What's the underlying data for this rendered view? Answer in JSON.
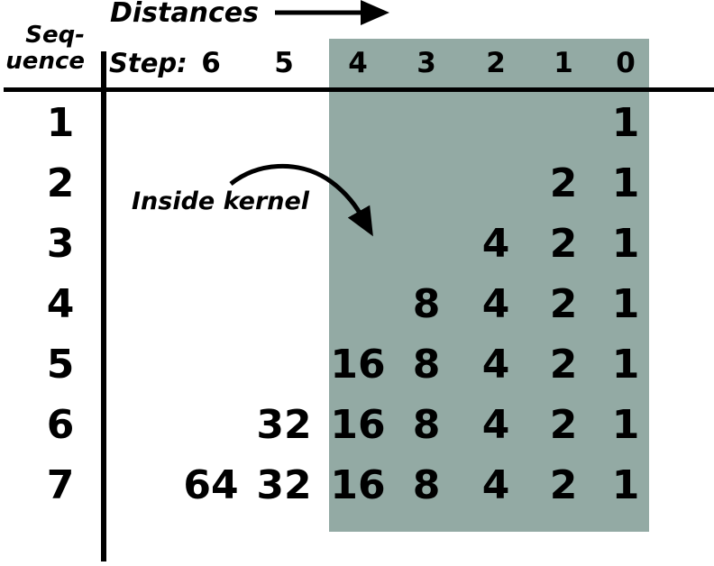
{
  "title": "Distances",
  "row_axis": {
    "line1": "Seq-",
    "line2": "uence"
  },
  "step_label": "Step:",
  "annotation": "Inside kernel",
  "columns": [
    "6",
    "5",
    "4",
    "3",
    "2",
    "1",
    "0"
  ],
  "rows": [
    {
      "seq": "1",
      "cells": [
        "",
        "",
        "",
        "",
        "",
        "",
        "1"
      ]
    },
    {
      "seq": "2",
      "cells": [
        "",
        "",
        "",
        "",
        "",
        "2",
        "1"
      ]
    },
    {
      "seq": "3",
      "cells": [
        "",
        "",
        "",
        "",
        "4",
        "2",
        "1"
      ]
    },
    {
      "seq": "4",
      "cells": [
        "",
        "",
        "",
        "8",
        "4",
        "2",
        "1"
      ]
    },
    {
      "seq": "5",
      "cells": [
        "",
        "",
        "16",
        "8",
        "4",
        "2",
        "1"
      ]
    },
    {
      "seq": "6",
      "cells": [
        "",
        "32",
        "16",
        "8",
        "4",
        "2",
        "1"
      ]
    },
    {
      "seq": "7",
      "cells": [
        "64",
        "32",
        "16",
        "8",
        "4",
        "2",
        "1"
      ]
    }
  ],
  "colors": {
    "kernel_shade": "#93aaa4",
    "text": "#000000",
    "background": "#ffffff"
  }
}
